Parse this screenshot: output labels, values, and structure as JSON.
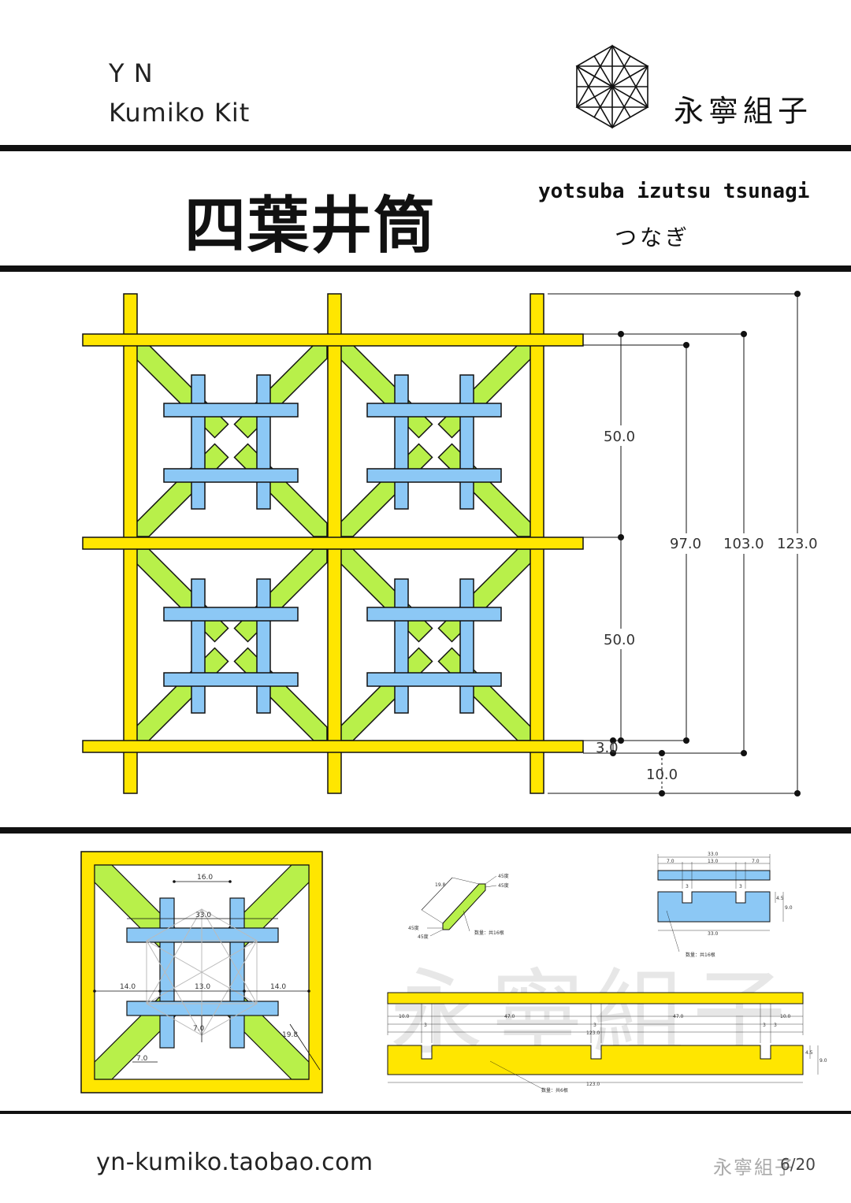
{
  "header": {
    "brand_line1": "Y N",
    "brand_line2": "Kumiko Kit",
    "shop_name": "永寧組子",
    "logo": "asanoha-hexagon-logo"
  },
  "title": {
    "main": "四葉井筒",
    "romaji": "yotsuba izutsu tsunagi",
    "kana": "つなぎ"
  },
  "colors": {
    "frame": "#FFE600",
    "diagonal": "#B8F04A",
    "grid": "#8CC8F5",
    "line": "#111111"
  },
  "main_dims": {
    "d50a": "50.0",
    "d50b": "50.0",
    "d97": "97.0",
    "d103": "103.0",
    "d123": "123.0",
    "d3": "3.0",
    "d10": "10.0"
  },
  "detail_dims": {
    "d16": "16.0",
    "d33": "33.0",
    "d14a": "14.0",
    "d13": "13.0",
    "d14b": "14.0",
    "d7a": "7.0",
    "d7b": "7.0",
    "d198": "19.8"
  },
  "diag_piece": {
    "len": "19.8",
    "a1": "45度",
    "a2": "45度",
    "a3": "45度",
    "a4": "45度",
    "qty": "数量：共16根"
  },
  "short_piece": {
    "d33top": "33.0",
    "d7a": "7.0",
    "d13": "13.0",
    "d7b": "7.0",
    "d3a": "3",
    "d3b": "3",
    "d45": "4.5",
    "d9": "9.0",
    "d33bot": "33.0",
    "qty": "数量：共16根"
  },
  "long_piece": {
    "d10a": "10.0",
    "d47a": "47.0",
    "d47b": "47.0",
    "d10b": "10.0",
    "d3a": "3",
    "d3b": "3",
    "d3c": "3",
    "d3d": "3",
    "d123a": "123.0",
    "d45": "4.5",
    "d9": "9.0",
    "d123b": "123.0",
    "qty": "数量：共6根"
  },
  "watermark": "永寧組子",
  "footer": {
    "url": "yn-kumiko.taobao.com",
    "wm": "永寧組子",
    "page": "6/20"
  }
}
